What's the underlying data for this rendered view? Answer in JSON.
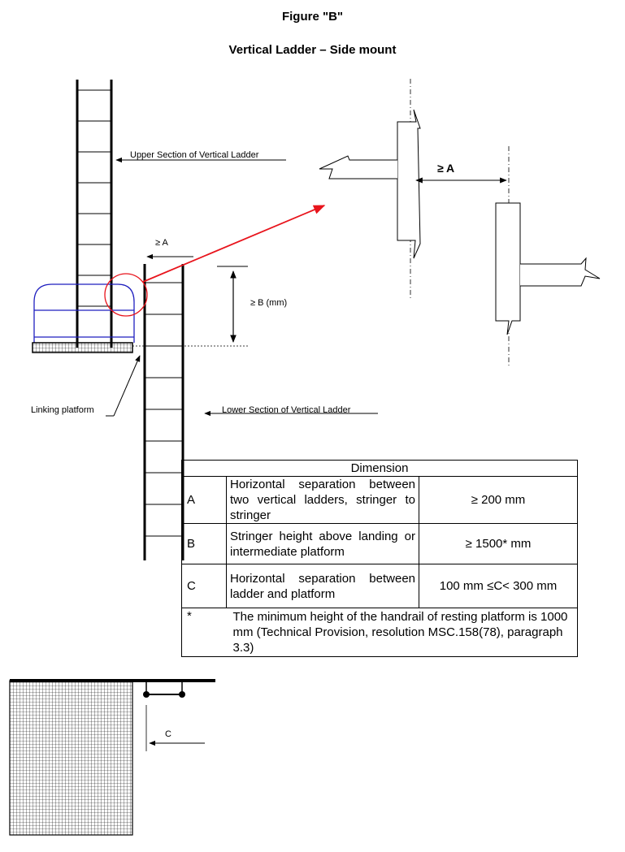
{
  "figure": {
    "title": "Figure \"B\"",
    "subtitle": "Vertical Ladder – Side mount"
  },
  "labels": {
    "upper_section": "Upper Section of Vertical Ladder",
    "lower_section": "Lower Section of Vertical Ladder",
    "linking_platform": "Linking platform",
    "dim_a_small": "≥ A",
    "dim_b": "≥ B (mm)",
    "dim_a_detail": "≥ A",
    "dim_c": "C"
  },
  "table": {
    "header": "Dimension",
    "rows": [
      {
        "key": "A",
        "description": "Horizontal separation between two vertical ladders, stringer to stringer",
        "value": "≥ 200 mm"
      },
      {
        "key": "B",
        "description": "Stringer height above landing or intermediate platform",
        "value": "≥ 1500* mm"
      },
      {
        "key": "C",
        "description": "Horizontal separation between ladder and platform",
        "value": "100 mm ≤C< 300 mm"
      }
    ],
    "note_key": "*",
    "note": "The minimum height of the handrail of resting platform is 1000 mm (Technical Provision, resolution MSC.158(78), paragraph 3.3)"
  },
  "colors": {
    "handrail": "#1f1fbf",
    "highlight": "#e8141c",
    "line": "#000000"
  }
}
